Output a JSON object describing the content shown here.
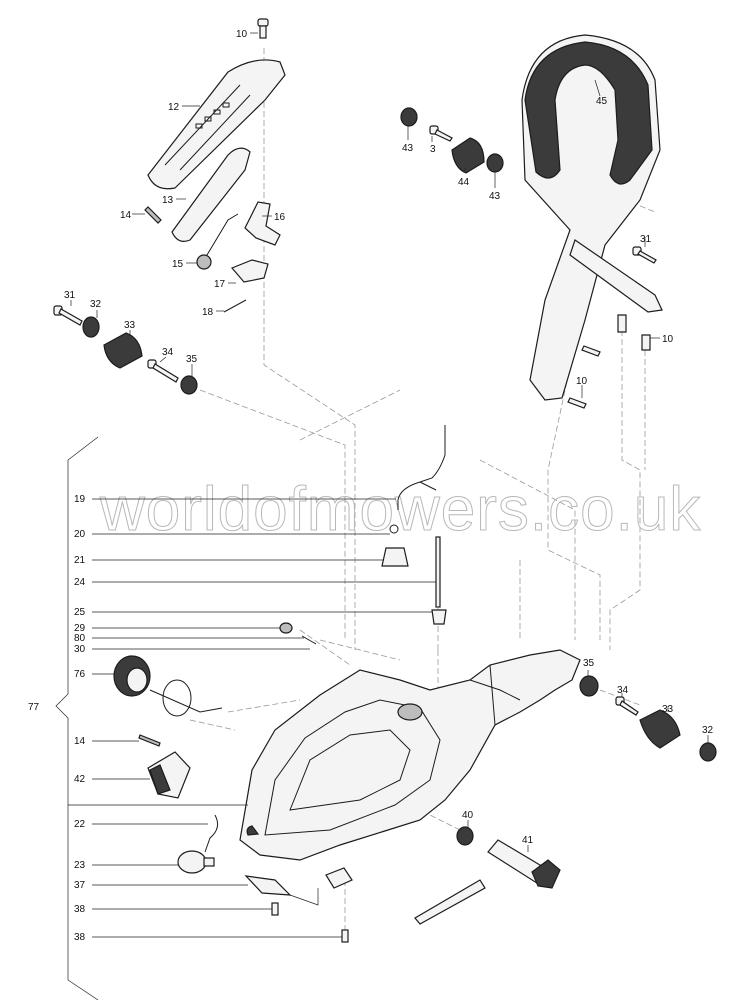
{
  "watermark": "worldofmowers.co.uk",
  "callouts": {
    "c10a": "10",
    "c12": "12",
    "c13": "13",
    "c14a": "14",
    "c15": "15",
    "c16": "16",
    "c17": "17",
    "c18": "18",
    "c31a": "31",
    "c32a": "32",
    "c33a": "33",
    "c34a": "34",
    "c35a": "35",
    "c43a": "43",
    "c3": "3",
    "c44": "44",
    "c43b": "43",
    "c45": "45",
    "c31b": "31",
    "c10b": "10",
    "c10c": "10",
    "c19": "19",
    "c20": "20",
    "c21": "21",
    "c24": "24",
    "c25": "25",
    "c29": "29",
    "c80": "80",
    "c30": "30",
    "c76": "76",
    "c77": "77",
    "c14b": "14",
    "c42": "42",
    "c22": "22",
    "c23": "23",
    "c37": "37",
    "c38a": "38",
    "c38b": "38",
    "c35b": "35",
    "c34b": "34",
    "c33b": "33",
    "c32b": "32",
    "c40": "40",
    "c41": "41"
  },
  "colors": {
    "line": "#1c1c1c",
    "dashed": "#9a9a9a",
    "watermark": "#b8b8b8",
    "fill_light": "#f4f4f4",
    "fill_dark": "#3b3b3b"
  }
}
